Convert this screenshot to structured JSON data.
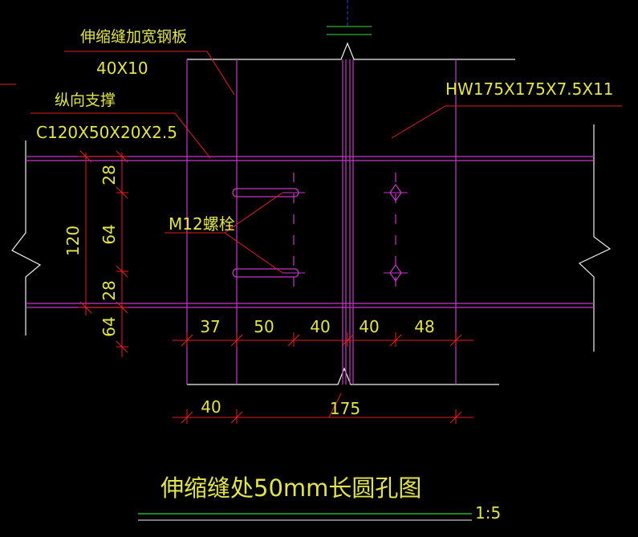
{
  "colors": {
    "background": "#000000",
    "magenta": "#c837c8",
    "red": "#e61e1e",
    "white": "#f0f0f0",
    "yellow": "#e3e34a",
    "green": "#2fb02f",
    "blue": "#3a3ae6"
  },
  "labels": {
    "plate_name": "伸缩缝加宽钢板",
    "plate_size": "40X10",
    "brace_name": "纵向支撑",
    "brace_size": "C120X50X20X2.5",
    "beam_size": "HW175X175X7.5X11",
    "bolt": "M12螺栓",
    "title": "伸缩缝处50mm长圆孔图",
    "scale": "1:5"
  },
  "dims": {
    "v_total": "120",
    "v_top": "28",
    "v_mid": "64",
    "v_bottom": "28",
    "v_extra": "64",
    "h_1": "37",
    "h_2": "50",
    "h_3": "40",
    "h_4": "40",
    "h_5": "48",
    "bottom_left": "40",
    "bottom_total": "175"
  }
}
